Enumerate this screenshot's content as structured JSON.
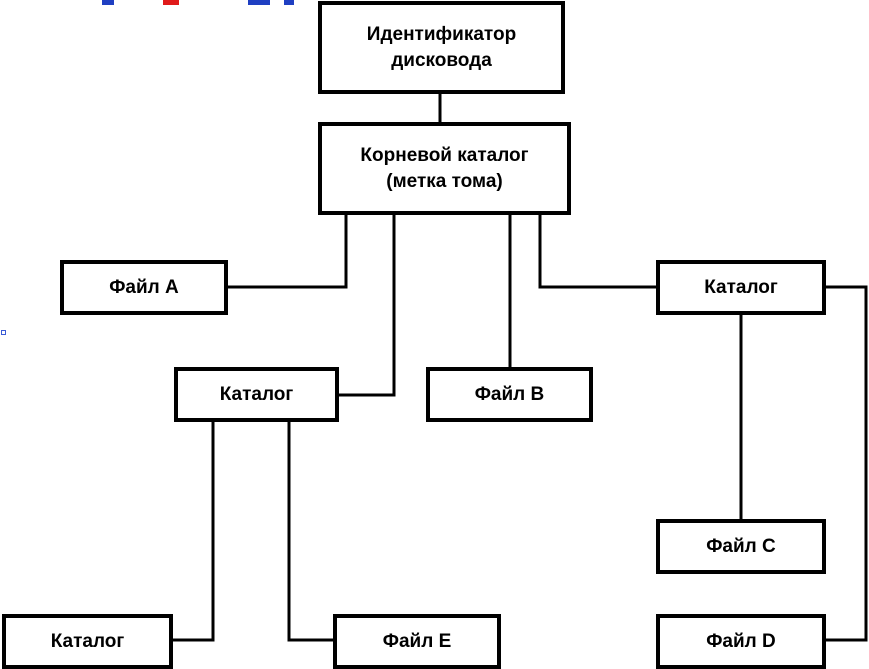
{
  "nodes": {
    "drive_id": "Идентификатор\nдисковода",
    "root": "Корневой каталог\n(метка тома)",
    "file_a": "Файл А",
    "catalog_right": "Каталог",
    "catalog_left": "Каталог",
    "file_b": "Файл В",
    "file_c": "Файл С",
    "catalog_bottom": "Каталог",
    "file_e": "Файл Е",
    "file_d": "Файл D"
  },
  "edges": [
    [
      "drive_id",
      "root"
    ],
    [
      "root",
      "file_a"
    ],
    [
      "root",
      "catalog_left"
    ],
    [
      "root",
      "file_b"
    ],
    [
      "root",
      "catalog_right"
    ],
    [
      "catalog_left",
      "catalog_bottom"
    ],
    [
      "catalog_left",
      "file_e"
    ],
    [
      "catalog_right",
      "file_c"
    ],
    [
      "catalog_right",
      "file_d"
    ]
  ],
  "colors": {
    "line": "#000000",
    "box_border": "#000000",
    "background": "#ffffff",
    "top_strip_blue": "#1f3fc2",
    "top_strip_red": "#e01a1a"
  }
}
